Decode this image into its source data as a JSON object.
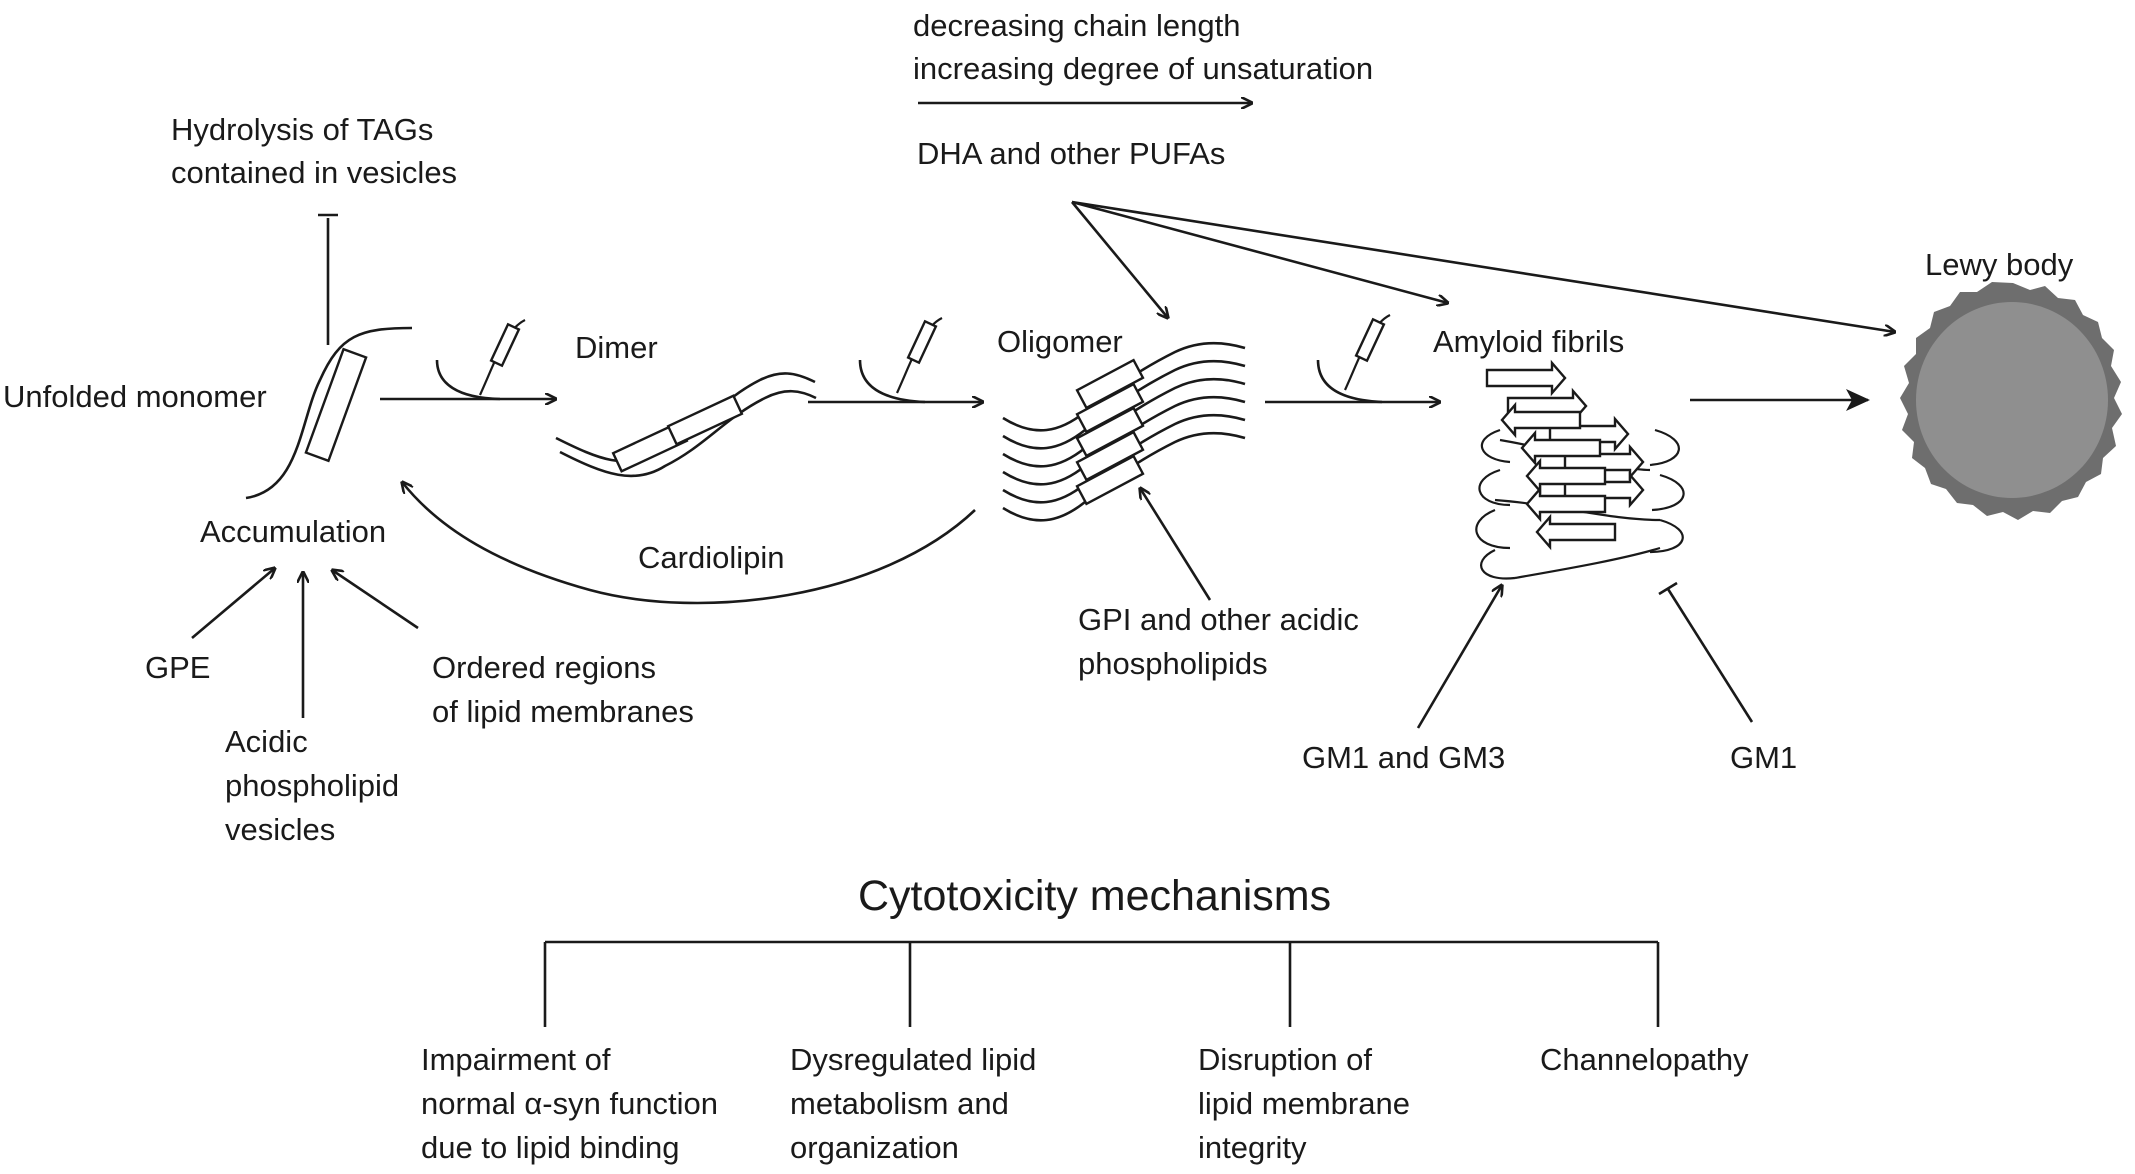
{
  "labels": {
    "unfolded_monomer": "Unfolded monomer",
    "hydrolysis_line1": "Hydrolysis of TAGs",
    "hydrolysis_line2": "contained in vesicles",
    "accumulation": "Accumulation",
    "gpe": "GPE",
    "acidic_line1": "Acidic",
    "acidic_line2": "phospholipid",
    "acidic_line3": "vesicles",
    "ordered_line1": "Ordered regions",
    "ordered_line2": "of lipid membranes",
    "dimer": "Dimer",
    "oligomer": "Oligomer",
    "cardiolipin": "Cardiolipin",
    "gpi_line1": "GPI and other acidic",
    "gpi_line2": "phospholipids",
    "amyloid_fibrils": "Amyloid fibrils",
    "gm1_gm3": "GM1 and GM3",
    "gm1": "GM1",
    "lewy_body": "Lewy body",
    "chain_line1": "decreasing chain length",
    "chain_line2": "increasing degree of unsaturation",
    "dha": "DHA and other PUFAs"
  },
  "cytotoxicity": {
    "title": "Cytotoxicity mechanisms",
    "items": [
      {
        "line1": "Impairment of",
        "line2": "normal α-syn function",
        "line3": "due to lipid binding"
      },
      {
        "line1": "Dysregulated lipid",
        "line2": "metabolism and",
        "line3": "organization"
      },
      {
        "line1": "Disruption of",
        "line2": "lipid membrane",
        "line3": "integrity"
      },
      {
        "line1": "Channelopathy",
        "line2": "",
        "line3": ""
      }
    ]
  },
  "colors": {
    "ink": "#1a1a1a",
    "lewy_outer": "#6e6e6e",
    "lewy_inner": "#8f8f8f"
  },
  "icons": [
    "monomer-glyph",
    "dimer-glyph",
    "oligomer-glyph",
    "fibril-glyph",
    "lewy-body-glyph",
    "arrow-icon",
    "inhibition-icon"
  ]
}
